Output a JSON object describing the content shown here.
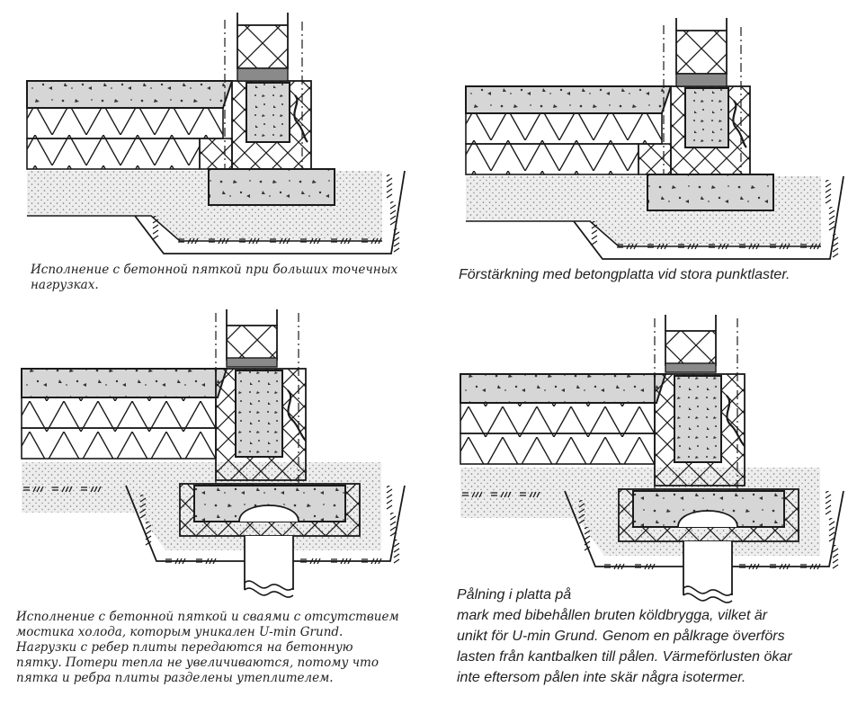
{
  "captions": {
    "top_left": [
      "Исполнение с бетонной пяткой при больших точечных",
      "нагрузках."
    ],
    "top_right": [
      "Förstärkning med betongplatta vid stora punktlaster."
    ],
    "bottom_left": [
      "Исполнение с бетонной пяткой и сваями с отсутствием",
      "мостика холода, которым уникален U-min Grund.",
      "Нагрузки с ребер плиты передаются на бетонную",
      "пятку. Потери тепла не увеличиваются, потому что",
      "пятка и ребра плиты разделены утеплителем."
    ],
    "bottom_right": [
      "Pålning i platta på",
      "mark med bibehållen bruten köldbrygga, vilket är",
      "unikt för U-min Grund. Genom en pålkrage överförs",
      "lasten från kantbalken till pålen. Värmeförlusten ökar",
      "inte eftersom pålen inte skär några isotermer."
    ]
  },
  "colors": {
    "line": "#1a1a1a",
    "concrete": "#d6d6d6",
    "gravel": "#e9e9e9",
    "insulation": "#ffffff",
    "sill": "#8a8a8a"
  }
}
